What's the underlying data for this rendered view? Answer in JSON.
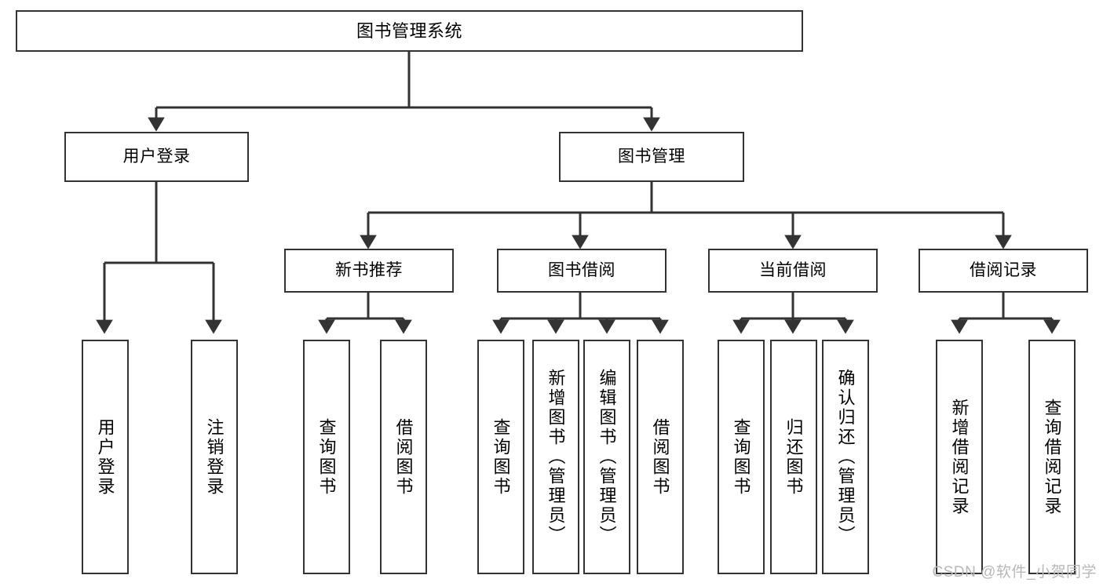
{
  "diagram": {
    "title": "图书管理系统",
    "type": "tree-hierarchy-chart",
    "watermark": "CSDN @软件_小贺同学",
    "colors": {
      "box_border": "#333333",
      "box_fill": "#ffffff",
      "edge": "#333333",
      "text": "#000000",
      "watermark": "#b8b8b8",
      "background": "#ffffff"
    },
    "root": {
      "label": "图书管理系统"
    },
    "level2": [
      {
        "label": "用户登录"
      },
      {
        "label": "图书管理"
      }
    ],
    "level3": [
      {
        "label": "新书推荐"
      },
      {
        "label": "图书借阅"
      },
      {
        "label": "当前借阅"
      },
      {
        "label": "借阅记录"
      }
    ],
    "leaves": [
      {
        "label": "用户登录"
      },
      {
        "label": "注销登录"
      },
      {
        "label": "查询图书"
      },
      {
        "label": "借阅图书"
      },
      {
        "label": "查询图书"
      },
      {
        "label": "新增图书（管理员）"
      },
      {
        "label": "编辑图书（管理员）"
      },
      {
        "label": "借阅图书"
      },
      {
        "label": "查询图书"
      },
      {
        "label": "归还图书"
      },
      {
        "label": "确认归还（管理员）"
      },
      {
        "label": "新增借阅记录"
      },
      {
        "label": "查询借阅记录"
      }
    ],
    "groups": [
      {
        "parent": "用户登录",
        "children": [
          "用户登录",
          "注销登录"
        ]
      },
      {
        "parent": "新书推荐",
        "children": [
          "查询图书",
          "借阅图书"
        ]
      },
      {
        "parent": "图书借阅",
        "children": [
          "查询图书",
          "新增图书（管理员）",
          "编辑图书（管理员）",
          "借阅图书"
        ]
      },
      {
        "parent": "当前借阅",
        "children": [
          "查询图书",
          "归还图书",
          "确认归还（管理员）"
        ]
      },
      {
        "parent": "借阅记录",
        "children": [
          "新增借阅记录",
          "查询借阅记录"
        ]
      }
    ]
  }
}
